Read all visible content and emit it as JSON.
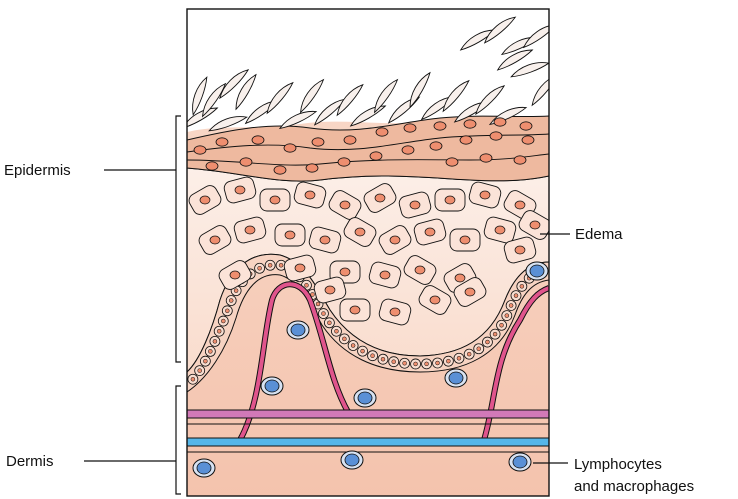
{
  "labels": {
    "epidermis": "Epidermis",
    "dermis": "Dermis",
    "edema": "Edema",
    "lymphocytes_line1": "Lymphocytes",
    "lymphocytes_line2": "and macrophages"
  },
  "colors": {
    "outline": "#111111",
    "stratum_corneum_flakes": "#f8f0ec",
    "stratum_granulosum": "#ecb59c",
    "spinous_layer_background": "#fbe9e0",
    "spinous_cell_fill": "#fbe3d8",
    "nucleus": "#ee8e6f",
    "basal_layer": "#f6d6c6",
    "dermis": "#f6c8b4",
    "capillary_red": "#e0548c",
    "vessel_blue": "#56b6e8",
    "vessel_pink": "#d279b8",
    "immune_cell_nucleus": "#5a90d6",
    "immune_cell_cytoplasm": "#d7e2f2"
  }
}
